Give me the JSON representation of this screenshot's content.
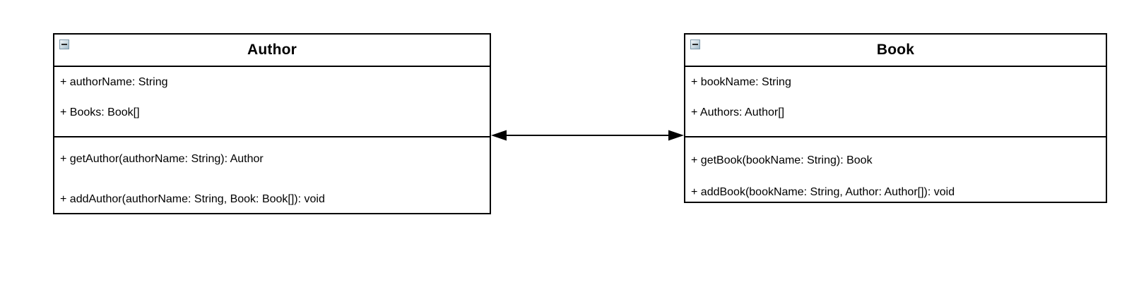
{
  "diagram": {
    "type": "uml-class-diagram",
    "colors": {
      "stroke": "#000000",
      "text": "#000000",
      "background": "#ffffff",
      "collapse_icon_border": "#7d97a8",
      "collapse_icon_fill": "#c8d7e0",
      "collapse_icon_glyph": "#2b2b2b"
    }
  },
  "classes": [
    {
      "title": "Author",
      "collapse_icon": "minus",
      "attributes": [
        "+ authorName: String",
        "+ Books: Book[]"
      ],
      "methods": [
        "+ getAuthor(authorName: String): Author",
        "+ addAuthor(authorName: String, Book: Book[]): void"
      ]
    },
    {
      "title": "Book",
      "collapse_icon": "minus",
      "attributes": [
        "+ bookName: String",
        "+ Authors: Author[]"
      ],
      "methods": [
        "+ getBook(bookName: String): Book",
        "+ addBook(bookName: String, Author: Author[]): void"
      ]
    }
  ],
  "connector": {
    "type": "association",
    "from": "Author",
    "to": "Book",
    "start_arrow": "filled-triangle",
    "end_arrow": "filled-triangle",
    "color": "#000000"
  }
}
